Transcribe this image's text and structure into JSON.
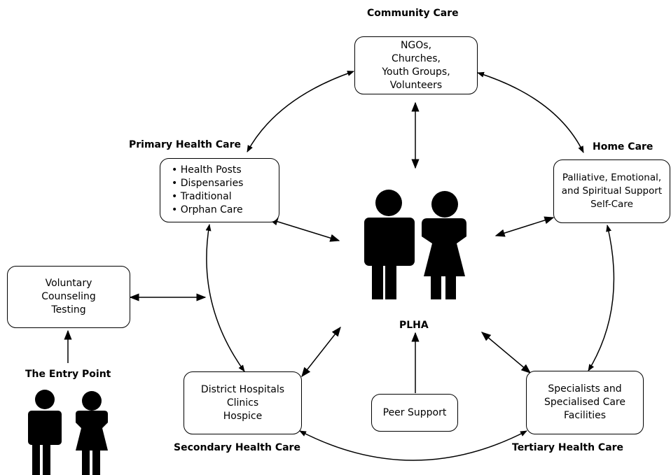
{
  "nodes": {
    "community": {
      "label": "Community Care",
      "lines": [
        "NGOs,",
        "Churches,",
        "Youth Groups,",
        "Volunteers"
      ]
    },
    "primary": {
      "label": "Primary Health Care",
      "lines": [
        "• Health Posts",
        "• Dispensaries",
        "• Traditional",
        "• Orphan Care"
      ]
    },
    "home": {
      "label": "Home Care",
      "lines": [
        "Palliative, Emotional,",
        "and Spiritual Support",
        "Self-Care"
      ]
    },
    "vct": {
      "lines": [
        "Voluntary",
        "Counseling",
        "Testing"
      ]
    },
    "secondary": {
      "label": "Secondary Health Care",
      "lines": [
        "District Hospitals",
        "Clinics",
        "Hospice"
      ]
    },
    "tertiary": {
      "label": "Tertiary Health Care",
      "lines": [
        "Specialists and",
        "Specialised Care",
        "Facilities"
      ]
    },
    "peer": {
      "lines": [
        "Peer Support"
      ]
    }
  },
  "center": {
    "label": "PLHA",
    "icons": [
      "man-icon",
      "woman-icon"
    ]
  },
  "entry": {
    "label": "The Entry Point",
    "icons": [
      "man-icon",
      "woman-icon"
    ]
  },
  "colors": {
    "stroke": "#000000",
    "background": "#ffffff"
  }
}
